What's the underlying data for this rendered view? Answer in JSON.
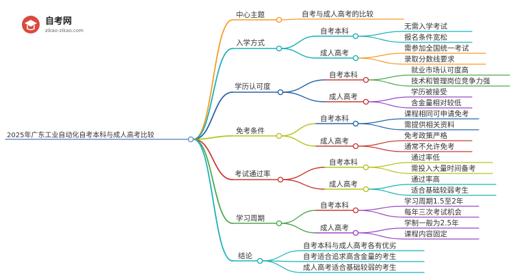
{
  "logo": {
    "title": "自考网",
    "url": "zikao-zikao.com",
    "icon": "graduation-cap-icon"
  },
  "root": {
    "label": "2025年广东工业自动化自考本科与成人高考比较"
  },
  "colors": {
    "orange": "#f59a23",
    "teal": "#1bb0b5",
    "darkblue": "#2563a8",
    "olive": "#b4c41a",
    "red": "#c83a32",
    "green": "#4aa84c",
    "purple": "#9b45c4",
    "root": "#6b8fc7"
  },
  "branches": [
    {
      "label": "中心主题",
      "leaves": [
        "自考与成人高考的比较"
      ]
    },
    {
      "label": "入学方式",
      "subs": [
        {
          "label": "自考本科",
          "leaves": [
            "无需入学考试",
            "报名条件宽松"
          ]
        },
        {
          "label": "成人高考",
          "leaves": [
            "需参加全国统一考试",
            "录取分数线要求"
          ]
        }
      ]
    },
    {
      "label": "学历认可度",
      "subs": [
        {
          "label": "自考本科",
          "leaves": [
            "就业市场认可度高",
            "技术和管理岗位竞争力强"
          ]
        },
        {
          "label": "成人高考",
          "leaves": [
            "学历被接受",
            "含金量相对较低"
          ]
        }
      ]
    },
    {
      "label": "免考条件",
      "subs": [
        {
          "label": "自考本科",
          "leaves": [
            "课程相同可申请免考",
            "需提供相关资料"
          ]
        },
        {
          "label": "成人高考",
          "leaves": [
            "免考政策严格",
            "通常不允许免考"
          ]
        }
      ]
    },
    {
      "label": "考试通过率",
      "subs": [
        {
          "label": "自考本科",
          "leaves": [
            "通过率低",
            "需投入大量时间备考"
          ]
        },
        {
          "label": "成人高考",
          "leaves": [
            "通过率高",
            "适合基础较弱考生"
          ]
        }
      ]
    },
    {
      "label": "学习周期",
      "subs": [
        {
          "label": "自考本科",
          "leaves": [
            "学习周期1.5至2年",
            "每年三次考试机会"
          ]
        },
        {
          "label": "成人高考",
          "leaves": [
            "学制一般为2.5年",
            "课程内容固定"
          ]
        }
      ]
    },
    {
      "label": "结论",
      "leaves": [
        "自考本科与成人高考各有优劣",
        "自考适合追求高含金量的考生",
        "成人高考适合基础较弱的考生"
      ]
    }
  ]
}
